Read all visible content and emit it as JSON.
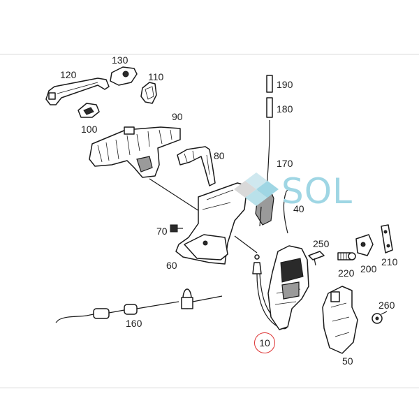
{
  "callouts": {
    "c120": "120",
    "c130": "130",
    "c110": "110",
    "c100": "100",
    "c90": "90",
    "c80": "80",
    "c190": "190",
    "c180": "180",
    "c170": "170",
    "c40": "40",
    "c70": "70",
    "c60": "60",
    "c250": "250",
    "c220": "220",
    "c200": "200",
    "c210": "210",
    "c260": "260",
    "c160": "160",
    "c10": "10",
    "c50": "50"
  },
  "watermark": {
    "text": "SOL",
    "color": "#9fd6e4"
  },
  "highlight_color": "#dd3333"
}
